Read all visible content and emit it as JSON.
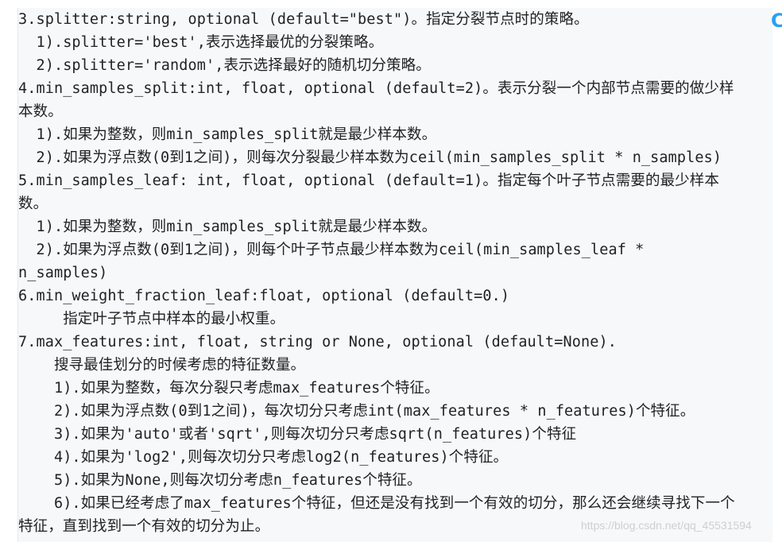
{
  "side_badge": "C",
  "watermark": "https://blog.csdn.net/qq_45531594",
  "lines": [
    "3.splitter:string, optional (default=\"best\")。指定分裂节点时的策略。",
    "  1).splitter='best',表示选择最优的分裂策略。",
    "  2).splitter='random',表示选择最好的随机切分策略。",
    "4.min_samples_split:int, float, optional (default=2)。表示分裂一个内部节点需要的做少样",
    "本数。",
    "  1).如果为整数，则min_samples_split就是最少样本数。",
    "  2).如果为浮点数(0到1之间)，则每次分裂最少样本数为ceil(min_samples_split * n_samples)",
    "5.min_samples_leaf: int, float, optional (default=1)。指定每个叶子节点需要的最少样本",
    "数。",
    "  1).如果为整数，则min_samples_split就是最少样本数。",
    "  2).如果为浮点数(0到1之间)，则每个叶子节点最少样本数为ceil(min_samples_leaf *",
    "n_samples)",
    "6.min_weight_fraction_leaf:float, optional (default=0.)",
    "     指定叶子节点中样本的最小权重。",
    "7.max_features:int, float, string or None, optional (default=None).",
    "    搜寻最佳划分的时候考虑的特征数量。",
    "    1).如果为整数，每次分裂只考虑max_features个特征。",
    "    2).如果为浮点数(0到1之间)，每次切分只考虑int(max_features * n_features)个特征。",
    "    3).如果为'auto'或者'sqrt',则每次切分只考虑sqrt(n_features)个特征",
    "    4).如果为'log2',则每次切分只考虑log2(n_features)个特征。",
    "    5).如果为None,则每次切分考虑n_features个特征。",
    "    6).如果已经考虑了max_features个特征，但还是没有找到一个有效的切分，那么还会继续寻找下一个",
    "特征，直到找到一个有效的切分为止。"
  ]
}
